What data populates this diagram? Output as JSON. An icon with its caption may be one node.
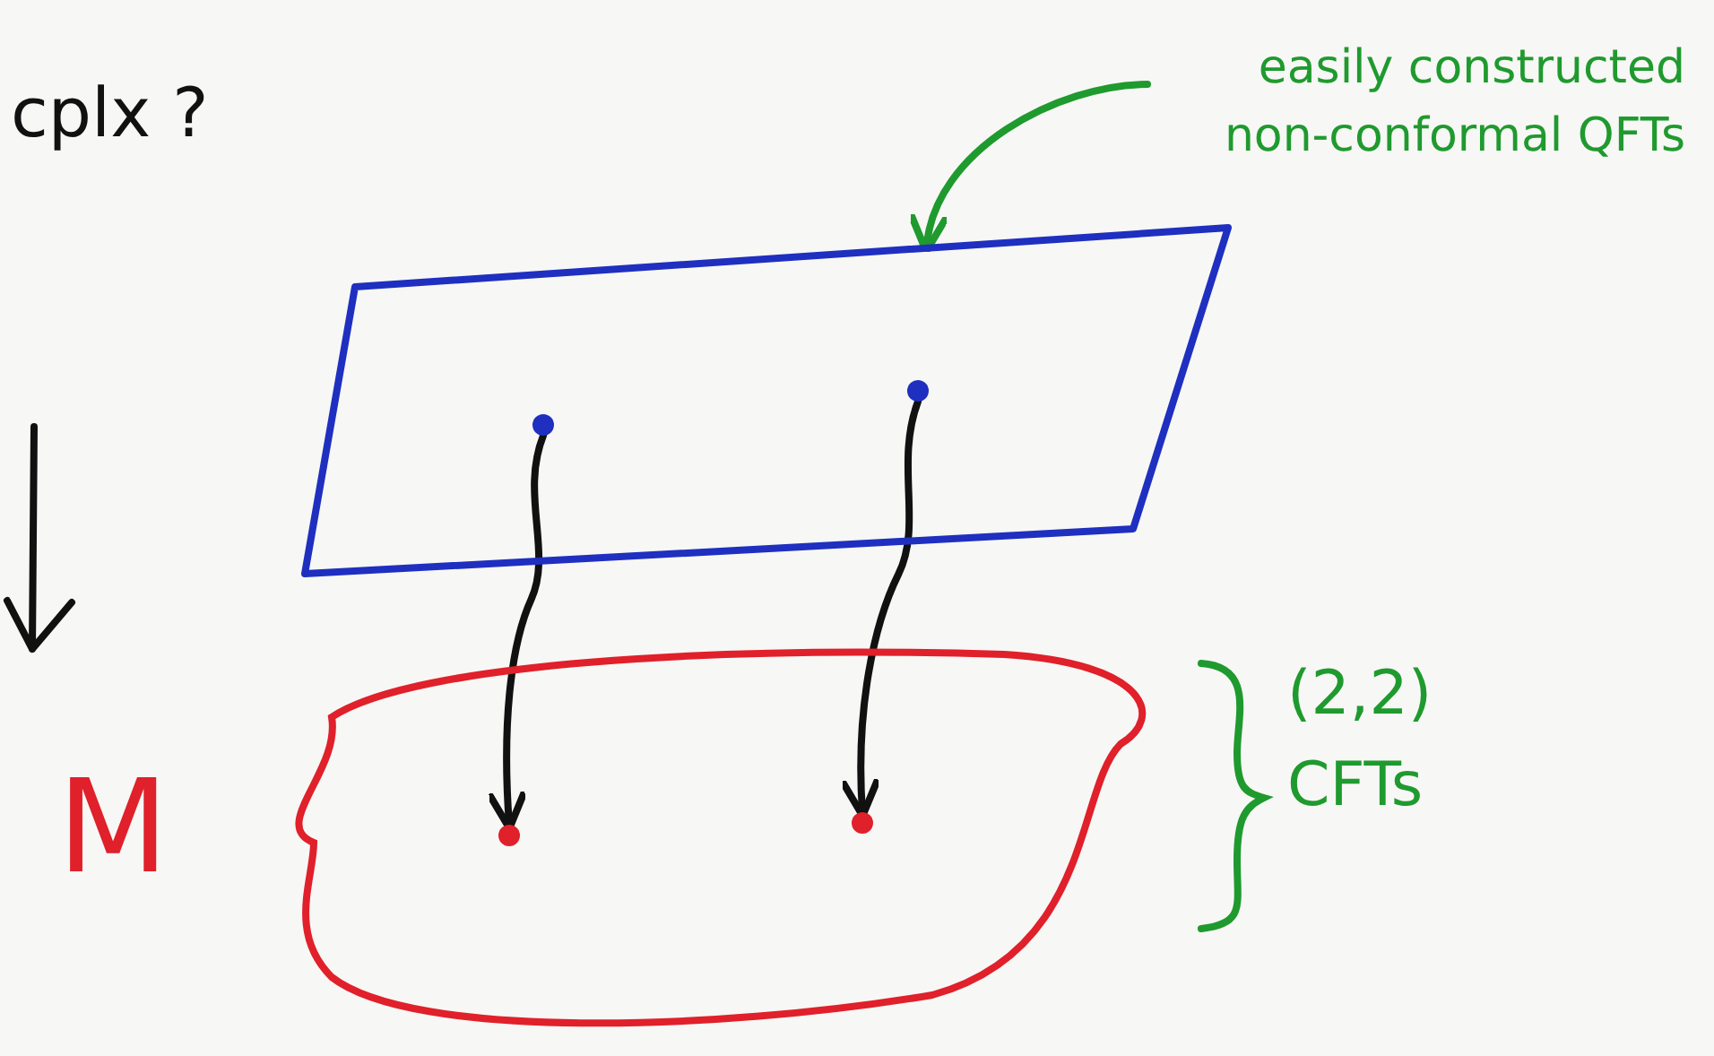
{
  "diagram": {
    "nodes": [
      {
        "text": [
          "easily constructed non-conformal QFTs"
        ]
      },
      {
        "text": [],
        "shape": "box"
      },
      {
        "text": [],
        "shape": "circle",
        "in": 1
      },
      {
        "text": [],
        "shape": "circle",
        "in": 1
      },
      {
        "text": [
          "M"
        ]
      },
      {
        "text": [],
        "shape": "circle",
        "in": 4
      },
      {
        "text": [],
        "shape": "circle",
        "in": 4
      }
    ],
    "edges": [
      {
        "from": 0,
        "to": 1,
        "arrow": "to",
        "color": "#1f9a2e"
      },
      {
        "from": 2,
        "to": 5,
        "arrow": "to"
      },
      {
        "from": 3,
        "to": 6,
        "arrow": "to"
      }
    ],
    "labels": [
      "cplx ?",
      "(2,2) CFTs"
    ]
  }
}
